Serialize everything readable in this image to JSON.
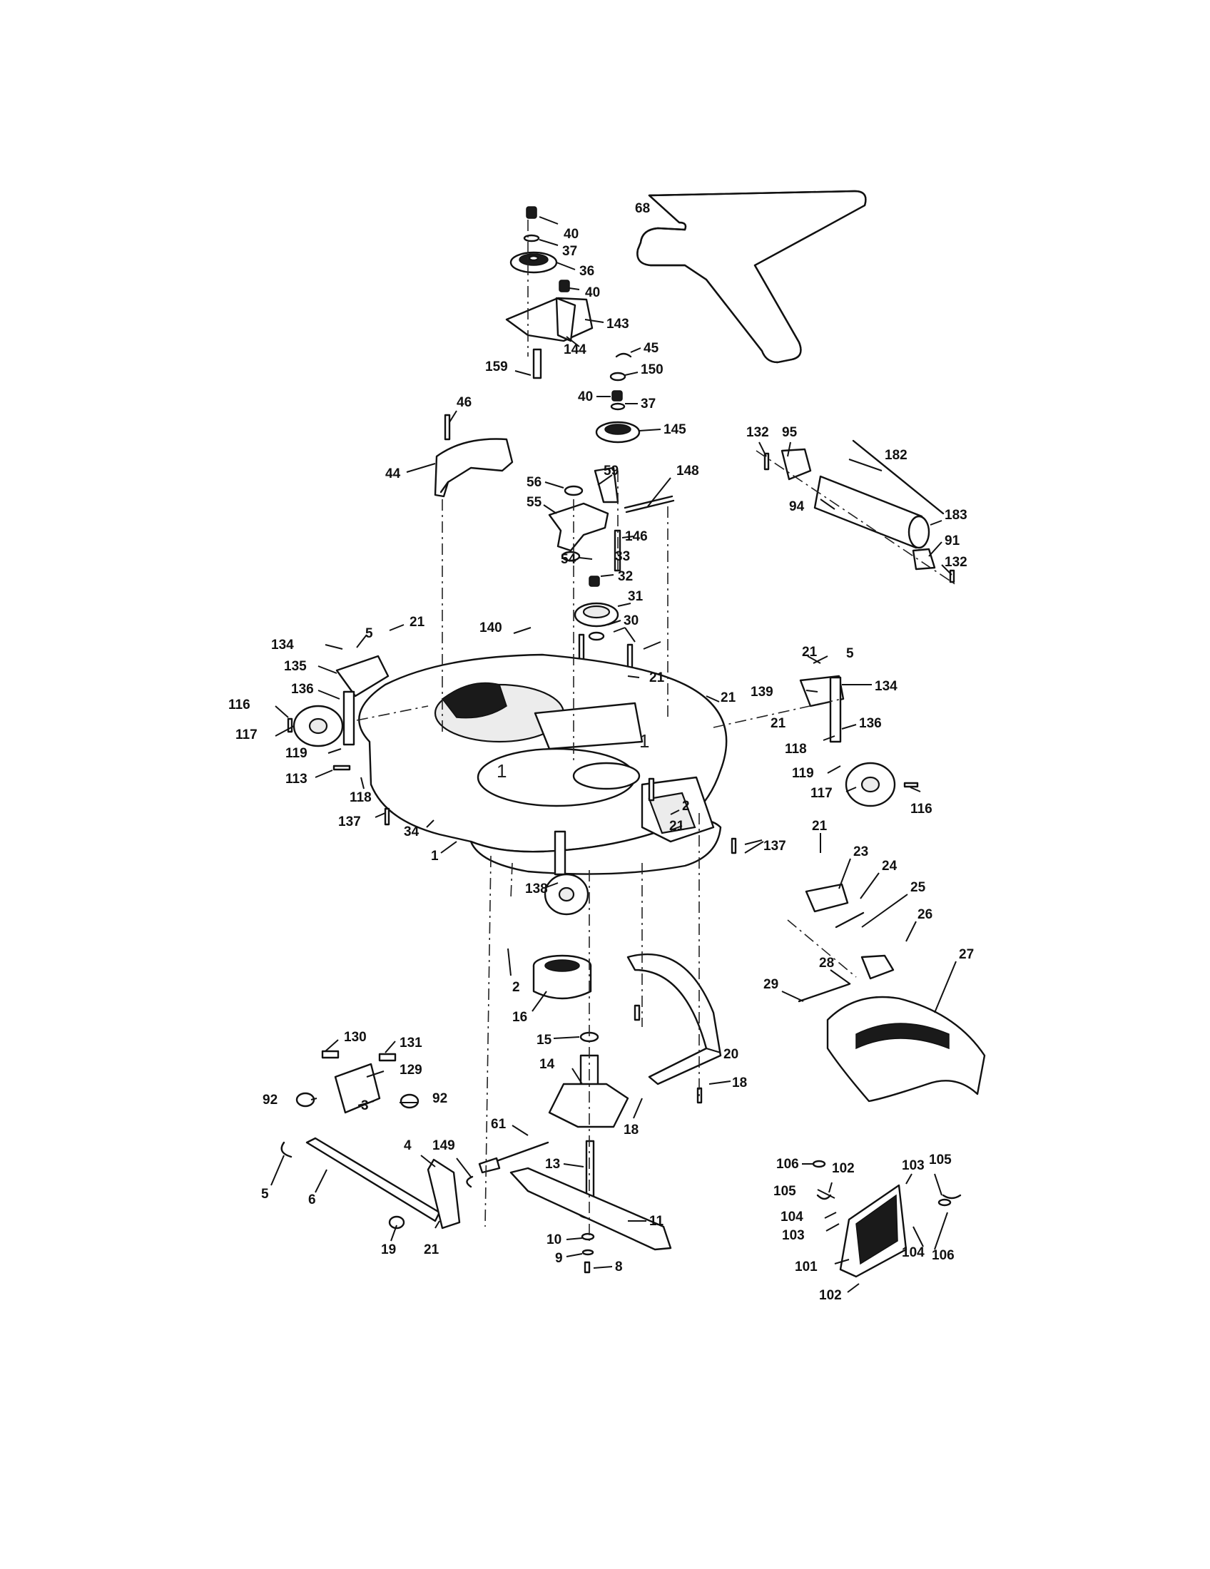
{
  "diagram": {
    "callouts": [
      {
        "id": "c68",
        "text": "68"
      },
      {
        "id": "c40a",
        "text": "40"
      },
      {
        "id": "c37a",
        "text": "37"
      },
      {
        "id": "c36",
        "text": "36"
      },
      {
        "id": "c40b",
        "text": "40"
      },
      {
        "id": "c143",
        "text": "143"
      },
      {
        "id": "c144",
        "text": "144"
      },
      {
        "id": "c159",
        "text": "159"
      },
      {
        "id": "c45",
        "text": "45"
      },
      {
        "id": "c150",
        "text": "150"
      },
      {
        "id": "c40c",
        "text": "40"
      },
      {
        "id": "c37b",
        "text": "37"
      },
      {
        "id": "c145",
        "text": "145"
      },
      {
        "id": "c46",
        "text": "46"
      },
      {
        "id": "c44",
        "text": "44"
      },
      {
        "id": "c56",
        "text": "56"
      },
      {
        "id": "c59",
        "text": "59"
      },
      {
        "id": "c148",
        "text": "148"
      },
      {
        "id": "c55",
        "text": "55"
      },
      {
        "id": "c146",
        "text": "146"
      },
      {
        "id": "c54",
        "text": "54"
      },
      {
        "id": "c33",
        "text": "33"
      },
      {
        "id": "c32",
        "text": "32"
      },
      {
        "id": "c31",
        "text": "31"
      },
      {
        "id": "c30",
        "text": "30"
      },
      {
        "id": "c140",
        "text": "140"
      },
      {
        "id": "c132a",
        "text": "132"
      },
      {
        "id": "c95",
        "text": "95"
      },
      {
        "id": "c182",
        "text": "182"
      },
      {
        "id": "c94",
        "text": "94"
      },
      {
        "id": "c183",
        "text": "183"
      },
      {
        "id": "c91",
        "text": "91"
      },
      {
        "id": "c132b",
        "text": "132"
      },
      {
        "id": "c134a",
        "text": "134"
      },
      {
        "id": "c5a",
        "text": "5"
      },
      {
        "id": "c21a",
        "text": "21"
      },
      {
        "id": "c135",
        "text": "135"
      },
      {
        "id": "c136a",
        "text": "136"
      },
      {
        "id": "c116a",
        "text": "116"
      },
      {
        "id": "c117a",
        "text": "117"
      },
      {
        "id": "c119a",
        "text": "119"
      },
      {
        "id": "c113",
        "text": "113"
      },
      {
        "id": "c118a",
        "text": "118"
      },
      {
        "id": "c137a",
        "text": "137"
      },
      {
        "id": "c34",
        "text": "34"
      },
      {
        "id": "c1",
        "text": "1"
      },
      {
        "id": "c21b",
        "text": "21"
      },
      {
        "id": "c21c",
        "text": "21"
      },
      {
        "id": "c21d",
        "text": "21"
      },
      {
        "id": "c5b",
        "text": "5"
      },
      {
        "id": "c139",
        "text": "139"
      },
      {
        "id": "c134b",
        "text": "134"
      },
      {
        "id": "c21e",
        "text": "21"
      },
      {
        "id": "c136b",
        "text": "136"
      },
      {
        "id": "c118b",
        "text": "118"
      },
      {
        "id": "c119b",
        "text": "119"
      },
      {
        "id": "c117b",
        "text": "117"
      },
      {
        "id": "c116b",
        "text": "116"
      },
      {
        "id": "c2a",
        "text": "2"
      },
      {
        "id": "c21f",
        "text": "21"
      },
      {
        "id": "c137b",
        "text": "137"
      },
      {
        "id": "c138",
        "text": "138"
      },
      {
        "id": "c21g",
        "text": "21"
      },
      {
        "id": "c23",
        "text": "23"
      },
      {
        "id": "c24",
        "text": "24"
      },
      {
        "id": "c25",
        "text": "25"
      },
      {
        "id": "c26",
        "text": "26"
      },
      {
        "id": "c27",
        "text": "27"
      },
      {
        "id": "c28",
        "text": "28"
      },
      {
        "id": "c29",
        "text": "29"
      },
      {
        "id": "c2b",
        "text": "2"
      },
      {
        "id": "c16",
        "text": "16"
      },
      {
        "id": "c15",
        "text": "15"
      },
      {
        "id": "c14",
        "text": "14"
      },
      {
        "id": "c20",
        "text": "20"
      },
      {
        "id": "c18a",
        "text": "18"
      },
      {
        "id": "c18b",
        "text": "18"
      },
      {
        "id": "c130",
        "text": "130"
      },
      {
        "id": "c131",
        "text": "131"
      },
      {
        "id": "c129",
        "text": "129"
      },
      {
        "id": "c92a",
        "text": "92"
      },
      {
        "id": "c92b",
        "text": "92"
      },
      {
        "id": "c3",
        "text": "3"
      },
      {
        "id": "c61",
        "text": "61"
      },
      {
        "id": "c4",
        "text": "4"
      },
      {
        "id": "c149",
        "text": "149"
      },
      {
        "id": "c5c",
        "text": "5"
      },
      {
        "id": "c6",
        "text": "6"
      },
      {
        "id": "c19",
        "text": "19"
      },
      {
        "id": "c21h",
        "text": "21"
      },
      {
        "id": "c13",
        "text": "13"
      },
      {
        "id": "c11",
        "text": "11"
      },
      {
        "id": "c10",
        "text": "10"
      },
      {
        "id": "c9",
        "text": "9"
      },
      {
        "id": "c8",
        "text": "8"
      },
      {
        "id": "c106a",
        "text": "106"
      },
      {
        "id": "c102a",
        "text": "102"
      },
      {
        "id": "c103a",
        "text": "103"
      },
      {
        "id": "c105a",
        "text": "105"
      },
      {
        "id": "c105b",
        "text": "105"
      },
      {
        "id": "c104a",
        "text": "104"
      },
      {
        "id": "c103b",
        "text": "103"
      },
      {
        "id": "c104b",
        "text": "104"
      },
      {
        "id": "c106b",
        "text": "106"
      },
      {
        "id": "c101",
        "text": "101"
      },
      {
        "id": "c102b",
        "text": "102"
      }
    ],
    "deck_marks": [
      "1",
      "1"
    ]
  }
}
